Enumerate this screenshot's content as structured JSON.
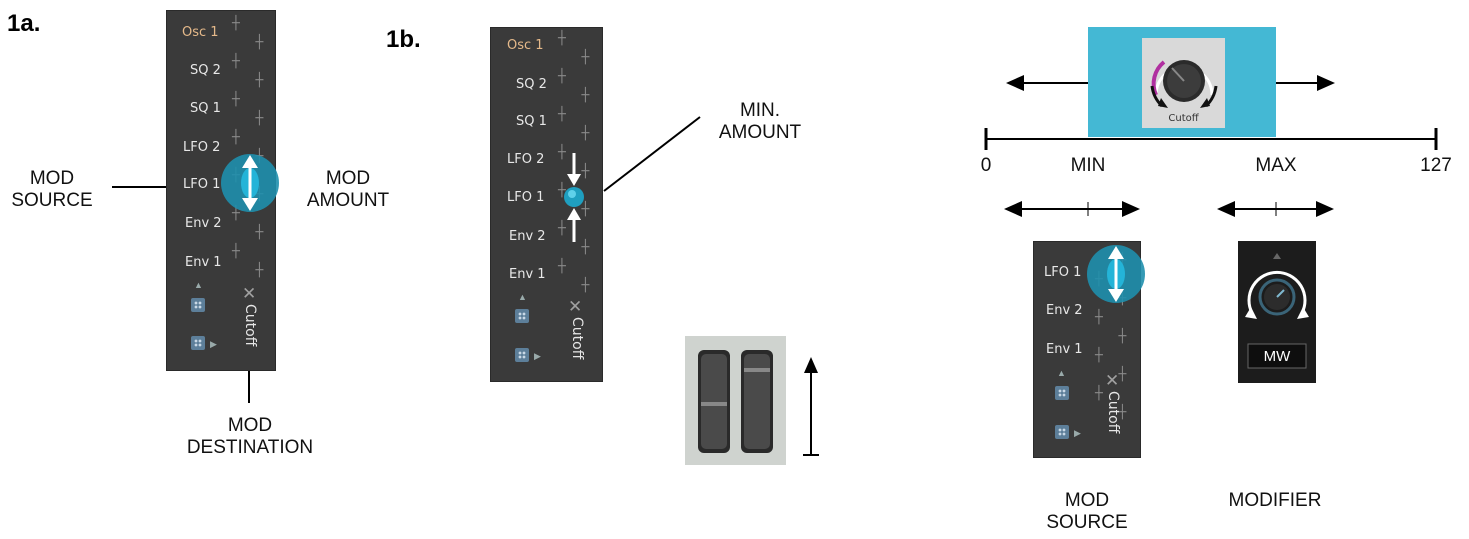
{
  "figure_labels": {
    "a": "1a.",
    "b": "1b."
  },
  "strip": {
    "rows": [
      "Osc 1",
      "SQ 2",
      "SQ 1",
      "LFO 2",
      "LFO 1",
      "Env 2",
      "Env 1"
    ],
    "destination": "Cutoff"
  },
  "small_strip": {
    "rows": [
      "LFO 1",
      "Env 2",
      "Env 1"
    ],
    "destination": "Cutoff"
  },
  "fig_1a": {
    "mod_source": "MOD\nSOURCE",
    "mod_amount": "MOD\nAMOUNT",
    "mod_destination": "MOD\nDESTINATION"
  },
  "fig_1b": {
    "min_amount": "MIN.\nAMOUNT"
  },
  "range_diagram": {
    "knob_label": "Cutoff",
    "axis_zero": "0",
    "axis_min": "MIN",
    "axis_max": "MAX",
    "axis_end": "127",
    "mod_source": "MOD\nSOURCE",
    "modifier": "MODIFIER",
    "modifier_badge": "MW"
  },
  "colors": {
    "accent": "#2a98b8",
    "panel": "#3a3a3a",
    "range_fill": "#44b8d4"
  }
}
